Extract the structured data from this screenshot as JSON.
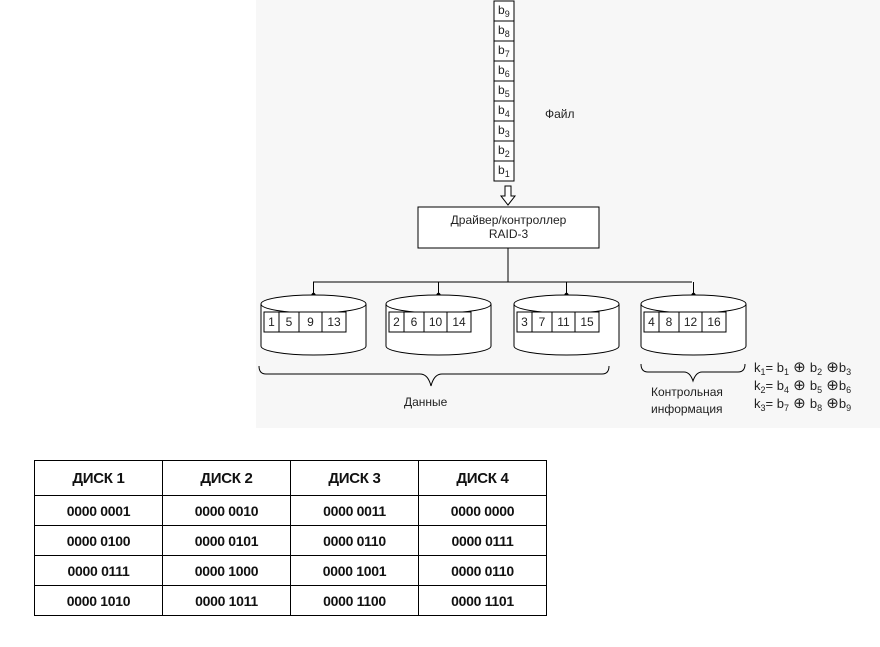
{
  "diagram": {
    "file_blocks": [
      "b",
      "b",
      "b",
      "b",
      "b",
      "b",
      "b",
      "b",
      "b"
    ],
    "file_block_subs": [
      "9",
      "8",
      "7",
      "6",
      "5",
      "4",
      "3",
      "2",
      "1"
    ],
    "file_label": "Файл",
    "controller_line1": "Драйвер/контроллер",
    "controller_line2": "RAID-3",
    "disks": [
      {
        "blocks": [
          "1",
          "5",
          "9",
          "13"
        ]
      },
      {
        "blocks": [
          "2",
          "6",
          "10",
          "14"
        ]
      },
      {
        "blocks": [
          "3",
          "7",
          "11",
          "15"
        ]
      },
      {
        "blocks": [
          "4",
          "8",
          "12",
          "16"
        ]
      }
    ],
    "data_label": "Данные",
    "control_label_line1": "Контрольная",
    "control_label_line2": "информация",
    "formulas": [
      {
        "k": "1",
        "b": [
          "1",
          "2",
          "3"
        ]
      },
      {
        "k": "2",
        "b": [
          "4",
          "5",
          "6"
        ]
      },
      {
        "k": "3",
        "b": [
          "7",
          "8",
          "9"
        ]
      }
    ]
  },
  "table": {
    "headers": [
      "ДИСК 1",
      "ДИСК 2",
      "ДИСК 3",
      "ДИСК 4"
    ],
    "rows": [
      [
        "0000 0001",
        "0000 0010",
        "0000 0011",
        "0000 0000"
      ],
      [
        "0000 0100",
        "0000 0101",
        "0000 0110",
        "0000 0111"
      ],
      [
        "0000 0111",
        "0000 1000",
        "0000 1001",
        "0000 0110"
      ],
      [
        "0000 1010",
        "0000 1011",
        "0000 1100",
        "0000 1101"
      ]
    ]
  }
}
